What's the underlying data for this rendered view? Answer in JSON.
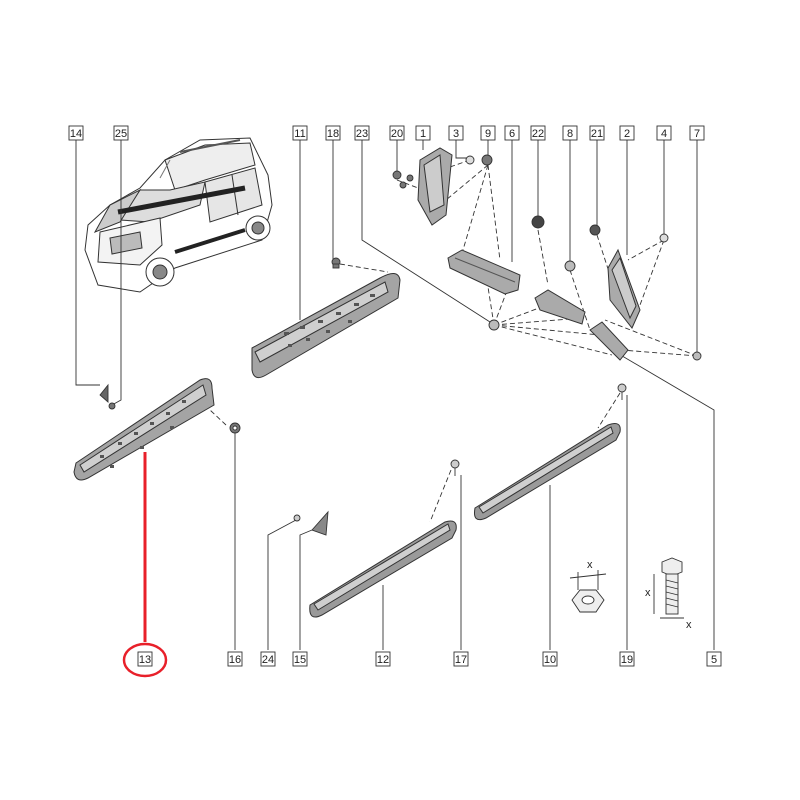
{
  "diagram": {
    "callouts": [
      {
        "id": "c14",
        "label": "14"
      },
      {
        "id": "c25",
        "label": "25"
      },
      {
        "id": "c11",
        "label": "11"
      },
      {
        "id": "c18",
        "label": "18"
      },
      {
        "id": "c23",
        "label": "23"
      },
      {
        "id": "c20",
        "label": "20"
      },
      {
        "id": "c1",
        "label": "1"
      },
      {
        "id": "c3",
        "label": "3"
      },
      {
        "id": "c9",
        "label": "9"
      },
      {
        "id": "c6",
        "label": "6"
      },
      {
        "id": "c22",
        "label": "22"
      },
      {
        "id": "c8",
        "label": "8"
      },
      {
        "id": "c21",
        "label": "21"
      },
      {
        "id": "c2",
        "label": "2"
      },
      {
        "id": "c4",
        "label": "4"
      },
      {
        "id": "c7",
        "label": "7"
      },
      {
        "id": "c13",
        "label": "13"
      },
      {
        "id": "c16",
        "label": "16"
      },
      {
        "id": "c24",
        "label": "24"
      },
      {
        "id": "c15",
        "label": "15"
      },
      {
        "id": "c12",
        "label": "12"
      },
      {
        "id": "c17",
        "label": "17"
      },
      {
        "id": "c10",
        "label": "10"
      },
      {
        "id": "c19",
        "label": "19"
      },
      {
        "id": "c5",
        "label": "5"
      }
    ],
    "dimension_marks": {
      "nut": "x",
      "bolt_a": "x",
      "bolt_b": "x"
    },
    "highlight": {
      "callout": "13",
      "color": "#e8202a"
    },
    "colors": {
      "line": "#333333",
      "part_fill": "#9a9a9a",
      "part_dark": "#555555"
    }
  }
}
